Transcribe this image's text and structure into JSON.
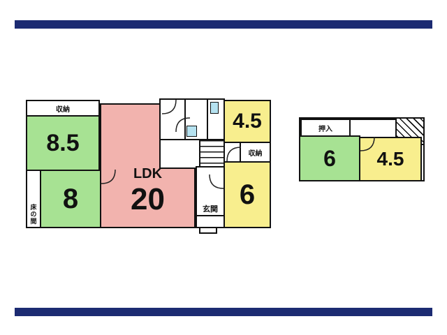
{
  "colors": {
    "navy_bar": "#1c2b72",
    "room_green": "#a7e293",
    "room_pink": "#f2b3ae",
    "room_yellow": "#f8ee8e",
    "fixture_blue": "#b5e2f0"
  },
  "floor1": {
    "closet_top_label": "収納",
    "room_85_size": "8.5",
    "room_8_size": "8",
    "tokonoma_label": "床の間",
    "ldk_label": "LDK",
    "ldk_size": "20",
    "room_45_size": "4.5",
    "closet_right_label": "収納",
    "room_6_size": "6",
    "genkan_label": "玄関"
  },
  "floor2": {
    "oshiire_label": "押入",
    "room_6_size": "6",
    "room_45_size": "4.5"
  }
}
